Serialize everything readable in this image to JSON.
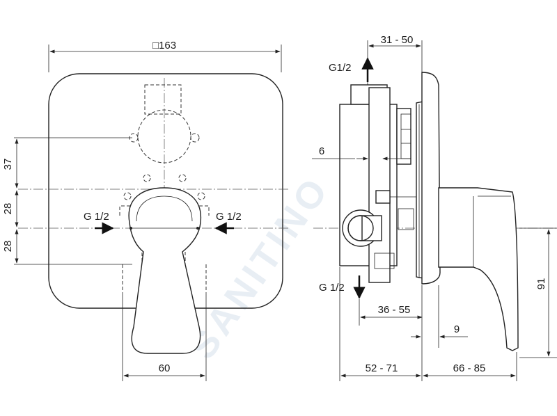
{
  "watermark": "SANITINO",
  "front_view": {
    "width_label": "□163",
    "dim_37": "37",
    "dim_28_top": "28",
    "dim_28_bottom": "28",
    "inlet_left": "G 1/2",
    "inlet_right": "G 1/2",
    "dim_60": "60"
  },
  "side_view": {
    "dim_31_50": "31 - 50",
    "outlet_top": "G1/2",
    "dim_6": "6",
    "outlet_bottom": "G 1/2",
    "dim_36_55": "36 - 55",
    "dim_9": "9",
    "dim_91": "91",
    "dim_52_71": "52 - 71",
    "dim_66_85": "66 - 85"
  }
}
